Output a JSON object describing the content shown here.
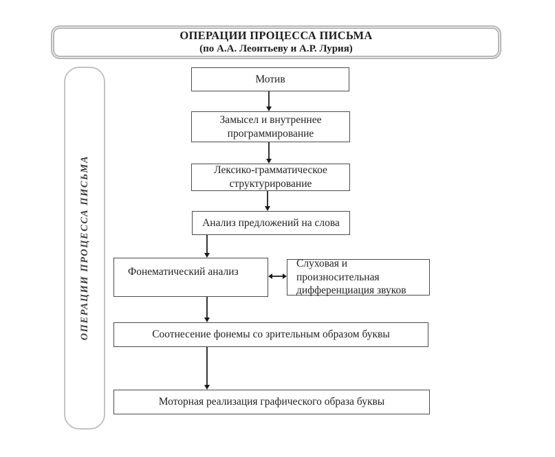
{
  "header": {
    "title": "ОПЕРАЦИИ ПРОЦЕССА ПИСЬМА",
    "subtitle": "(по А.А. Леонтьеву и А.Р. Лурия)"
  },
  "sidebar": {
    "label": "ОПЕРАЦИИ ПРОЦЕССА ПИСЬМА"
  },
  "diagram": {
    "type": "flowchart",
    "nodes": [
      {
        "label": "Мотив"
      },
      {
        "label": "Замысел и внутреннее программирование"
      },
      {
        "label": "Лексико-грамматическое структурирование"
      },
      {
        "label": "Анализ предложений на слова"
      },
      {
        "label": "Фонематический анализ"
      },
      {
        "label": "Слуховая и произносительная дифференциация звуков"
      },
      {
        "label": "Соотнесение фонемы со зрительным образом буквы"
      },
      {
        "label": "Моторная реализация графического образа буквы"
      }
    ],
    "edges": [
      {
        "from": "Мотив",
        "to": "Замысел и внутреннее программирование",
        "type": "arrow-down"
      },
      {
        "from": "Замысел и внутреннее программирование",
        "to": "Лексико-грамматическое структурирование",
        "type": "arrow-down"
      },
      {
        "from": "Лексико-грамматическое структурирование",
        "to": "Анализ предложений на слова",
        "type": "arrow-down"
      },
      {
        "from": "Анализ предложений на слова",
        "to": "Фонематический анализ",
        "type": "arrow-down"
      },
      {
        "from": "Фонематический анализ",
        "to": "Слуховая и произносительная дифференциация звуков",
        "type": "arrow-double-horizontal"
      },
      {
        "from": "Фонематический анализ",
        "to": "Соотнесение фонемы со зрительным образом буквы",
        "type": "arrow-down"
      },
      {
        "from": "Соотнесение фонемы со зрительным образом буквы",
        "to": "Моторная реализация графического образа буквы",
        "type": "arrow-down"
      }
    ]
  },
  "colors": {
    "background": "#ffffff",
    "box_border": "#4a4a4a",
    "frame_border": "#b6b6b6",
    "arrow": "#1a1a1a",
    "text": "#222222"
  }
}
